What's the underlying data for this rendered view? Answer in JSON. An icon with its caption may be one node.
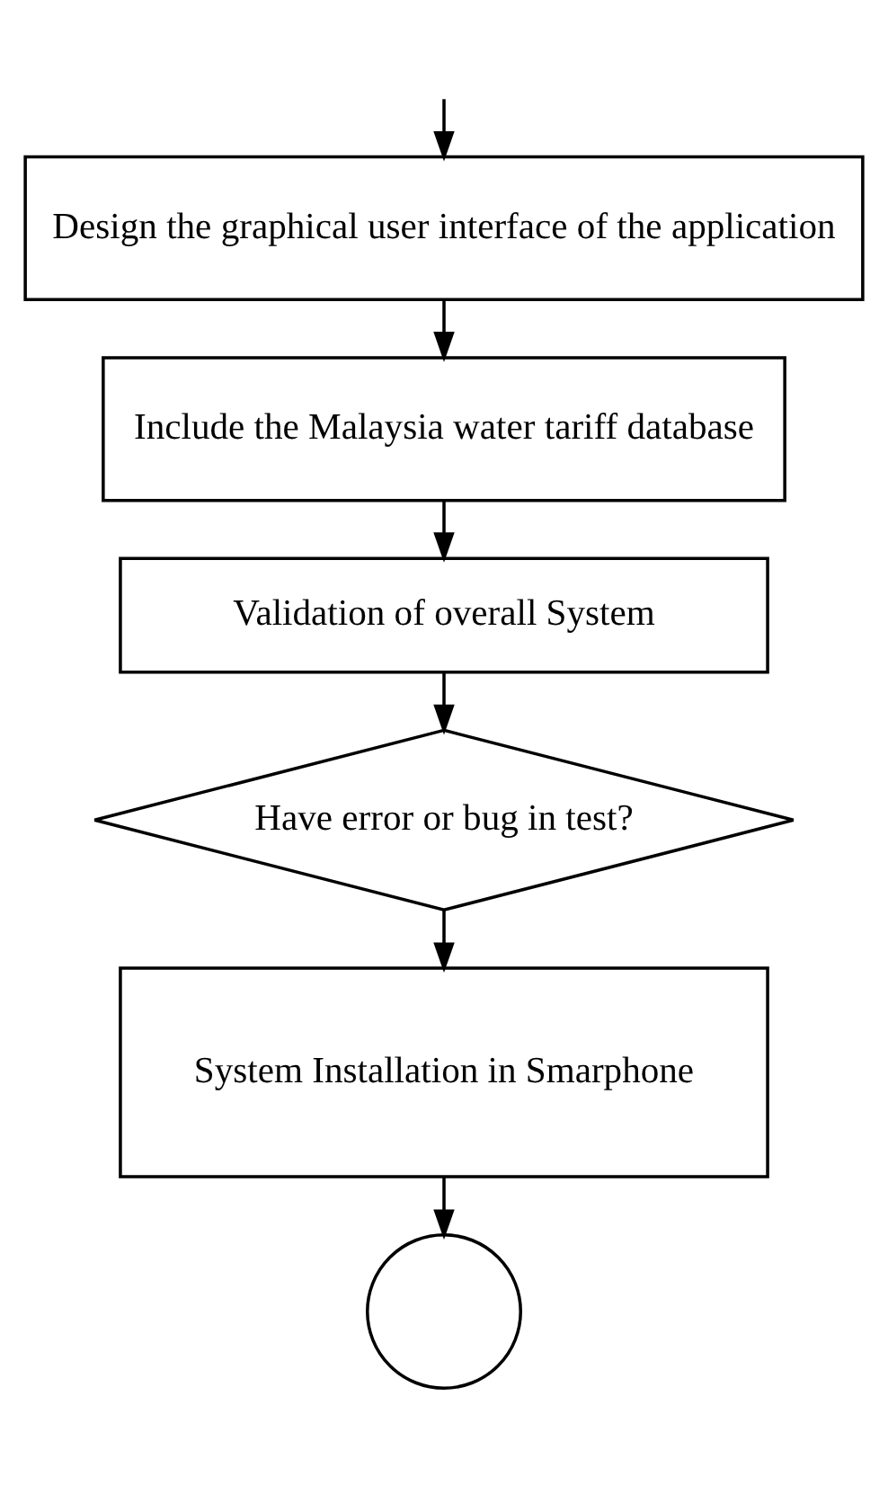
{
  "diagram": {
    "nodes": [
      {
        "text": [
          "Design the graphical user interface of the application"
        ]
      },
      {
        "text": [
          "Include the Malaysia water tariff database"
        ]
      },
      {
        "text": [
          "Validation of overall System"
        ]
      },
      {
        "text": [
          "Have error or bug in test?"
        ]
      },
      {
        "text": [
          "System Installation in Smarphone"
        ]
      },
      {
        "text": [],
        "shape": "circle"
      }
    ],
    "edges": [
      {
        "from": null,
        "to": 0,
        "arrow": "to"
      },
      {
        "from": 0,
        "to": 1,
        "arrow": "to"
      },
      {
        "from": 1,
        "to": 2,
        "arrow": "to"
      },
      {
        "from": 2,
        "to": 3,
        "arrow": "to"
      },
      {
        "from": 3,
        "to": 4,
        "arrow": "to"
      },
      {
        "from": 4,
        "to": 5,
        "arrow": "to"
      }
    ]
  }
}
